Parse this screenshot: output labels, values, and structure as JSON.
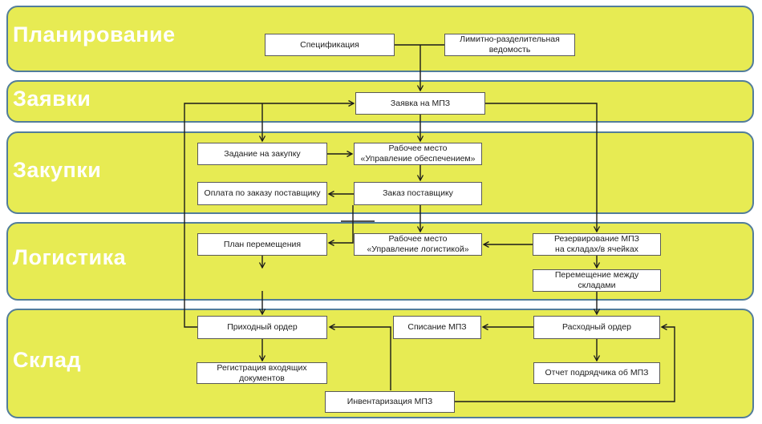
{
  "colors": {
    "lane_fill": "#e7eb53",
    "lane_border": "#527d9b",
    "node_border": "#595959",
    "node_text": "#1c1c1c",
    "connector": "#1a1a1a"
  },
  "lanes": [
    {
      "label": "Планирование"
    },
    {
      "label": "Заявки"
    },
    {
      "label": "Закупки"
    },
    {
      "label": "Логистика"
    },
    {
      "label": "Склад"
    }
  ],
  "nodes": {
    "specifikaciya": {
      "label": "Спецификация"
    },
    "limitka": {
      "label": "Лимитно-разделительная\nведомость"
    },
    "zayavka": {
      "label": "Заявка на МПЗ"
    },
    "zadanie_zakupka": {
      "label": "Задание на закупку"
    },
    "rm_obespechenie": {
      "label": "Рабочее место\n«Управление обеспечением»"
    },
    "oplata": {
      "label": "Оплата по заказу поставщику"
    },
    "zakaz": {
      "label": "Заказ поставщику"
    },
    "plan_peremesh": {
      "label": "План перемещения"
    },
    "rm_logistika": {
      "label": "Рабочее место\n«Управление логистикой»"
    },
    "rezervirovanie": {
      "label": "Резервирование МПЗ\nна складах/в ячейках"
    },
    "peremeshchenie": {
      "label": "Перемещение между складами"
    },
    "prihodny_order": {
      "label": "Приходный ордер"
    },
    "spisanie": {
      "label": "Списание МПЗ"
    },
    "rashodny_order": {
      "label": "Расходный ордер"
    },
    "registraciya": {
      "label": "Регистрация входящих\nдокументов"
    },
    "otchet": {
      "label": "Отчет подрядчика об МПЗ"
    },
    "inventarizaciya": {
      "label": "Инвентаризация МПЗ"
    }
  }
}
